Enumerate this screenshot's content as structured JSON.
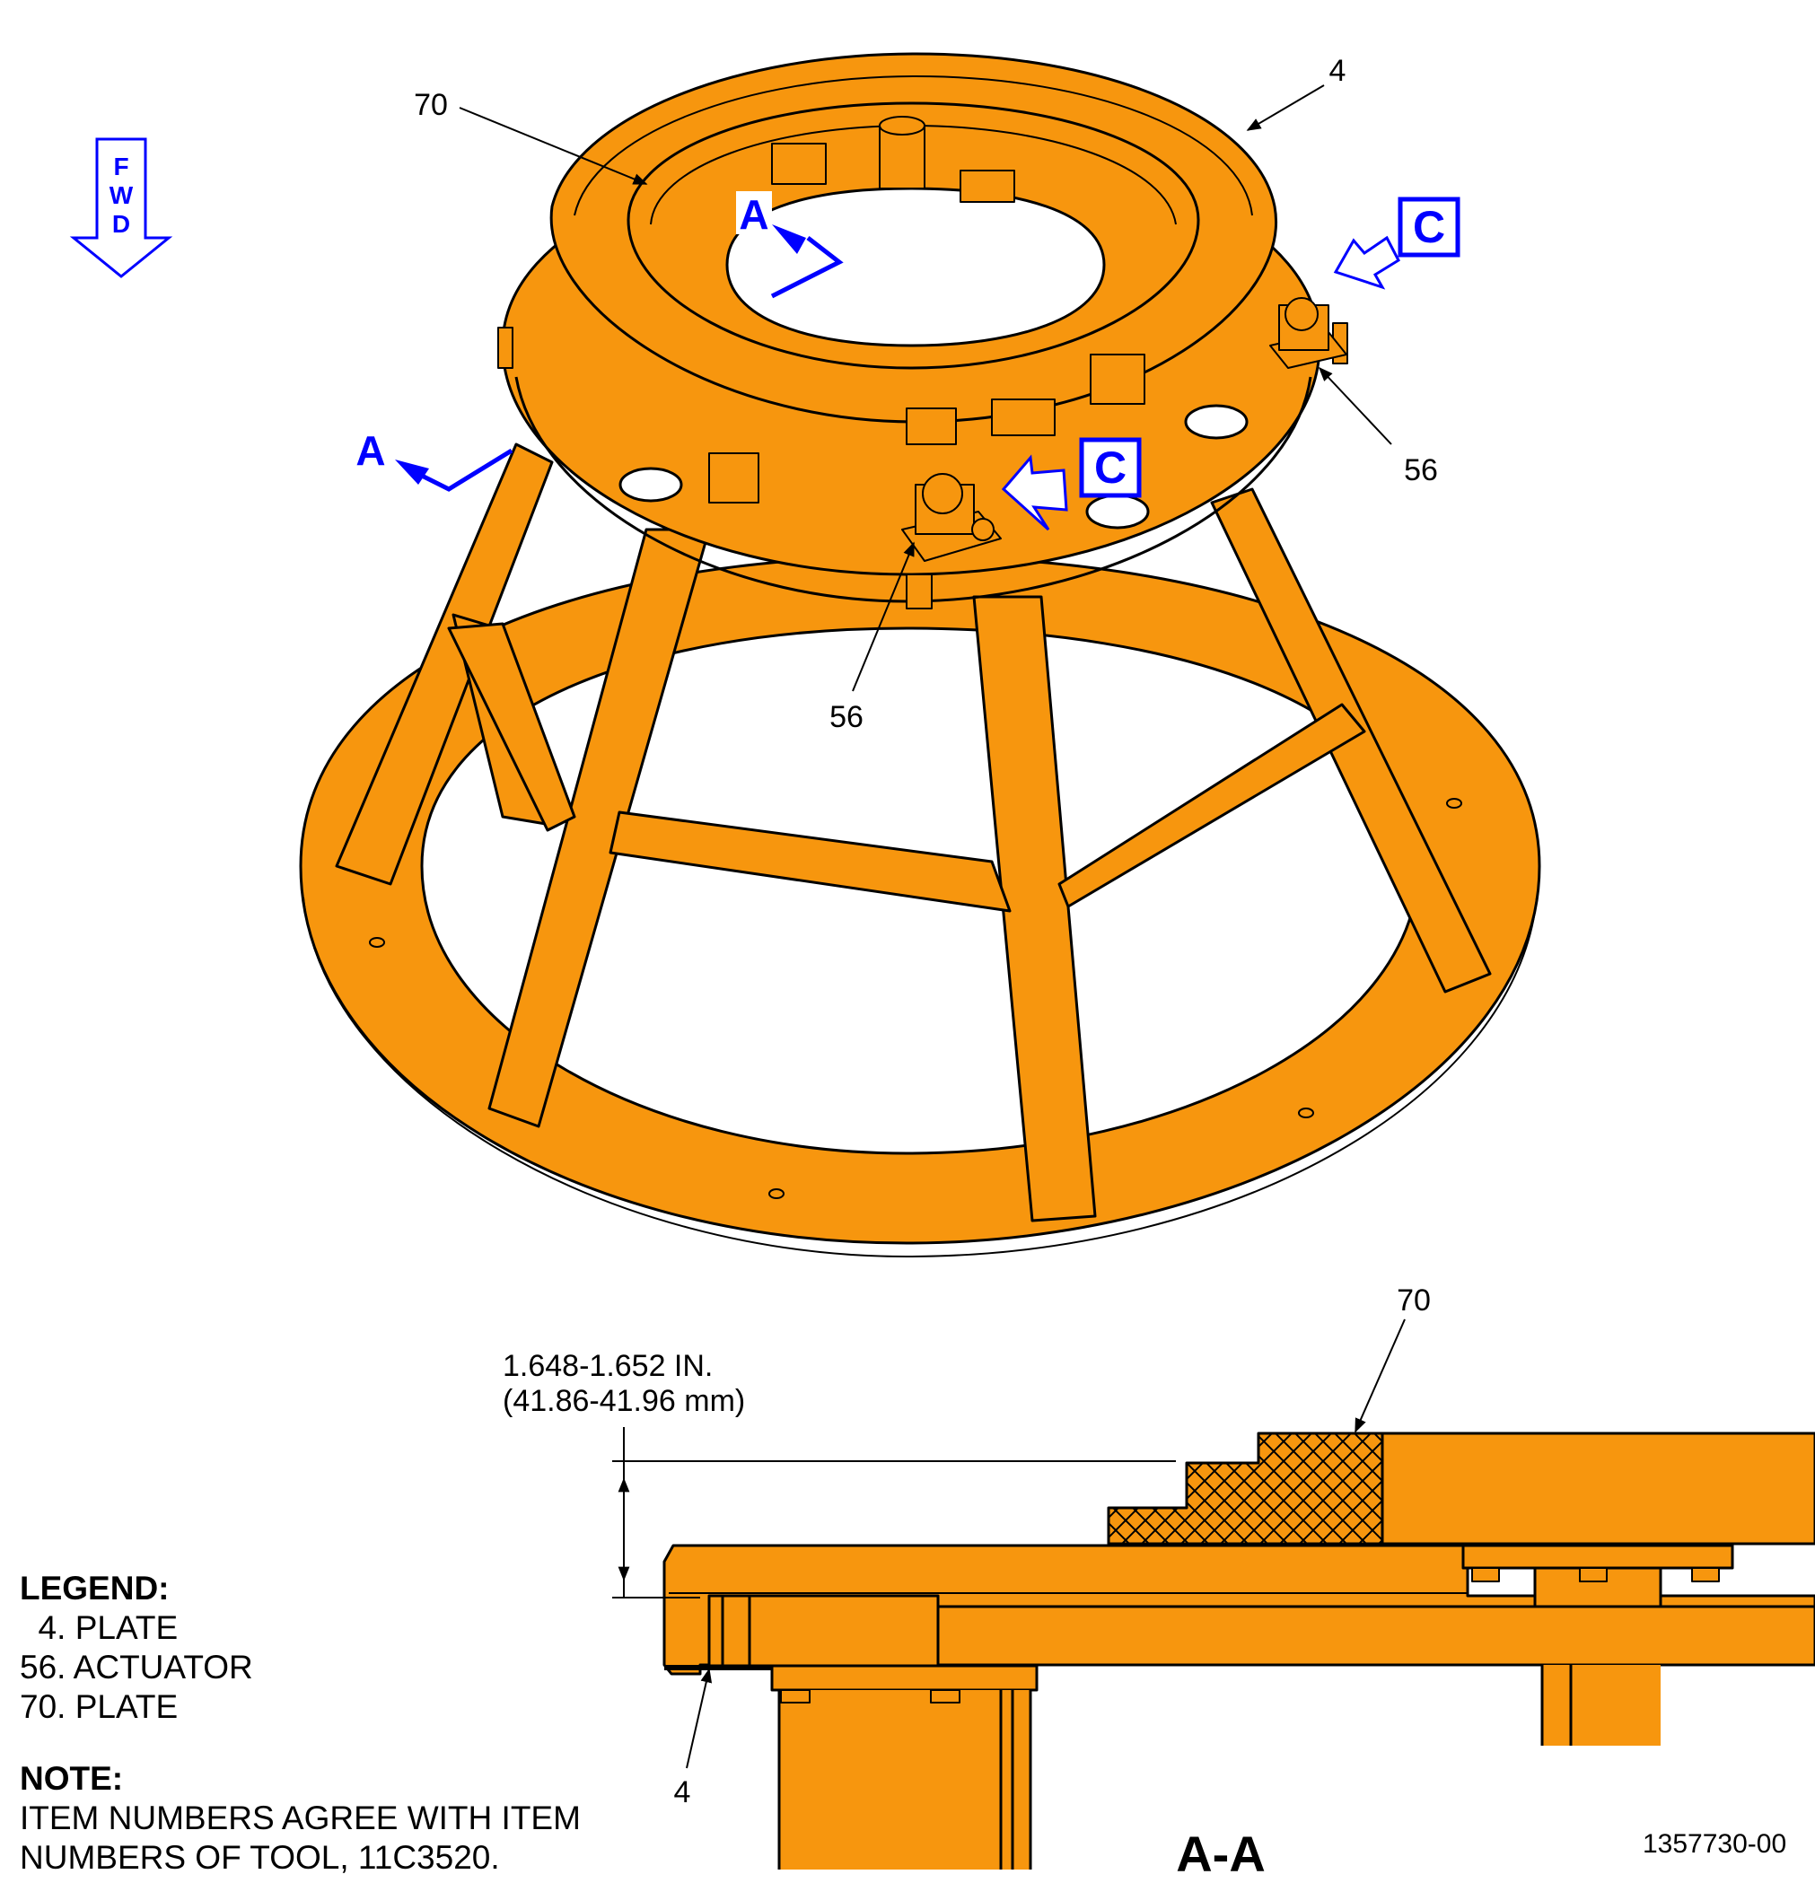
{
  "fwd": {
    "letters": [
      "F",
      "W",
      "D"
    ]
  },
  "callouts": {
    "plate_70_top": "70",
    "plate_4_top": "4",
    "actuator_56_right": "56",
    "actuator_56_front": "56",
    "plate_70_section": "70",
    "plate_4_section": "4"
  },
  "section_markers": {
    "a_top": "A",
    "a_left": "A",
    "c_right": "C",
    "c_front": "C"
  },
  "dimension": {
    "line1": "1.648-1.652 IN.",
    "line2": "(41.86-41.96 mm)"
  },
  "section_title": "A-A",
  "legend": {
    "title": "LEGEND:",
    "items": [
      "  4. PLATE",
      "56. ACTUATOR",
      "70. PLATE"
    ]
  },
  "note": {
    "title": "NOTE:",
    "lines": [
      "ITEM NUMBERS AGREE WITH ITEM",
      "NUMBERS OF TOOL, 11C3520."
    ]
  },
  "figure_number": "1357730-00",
  "colors": {
    "fill": "#f7960e",
    "line": "#000000",
    "marker": "#0000ff"
  }
}
